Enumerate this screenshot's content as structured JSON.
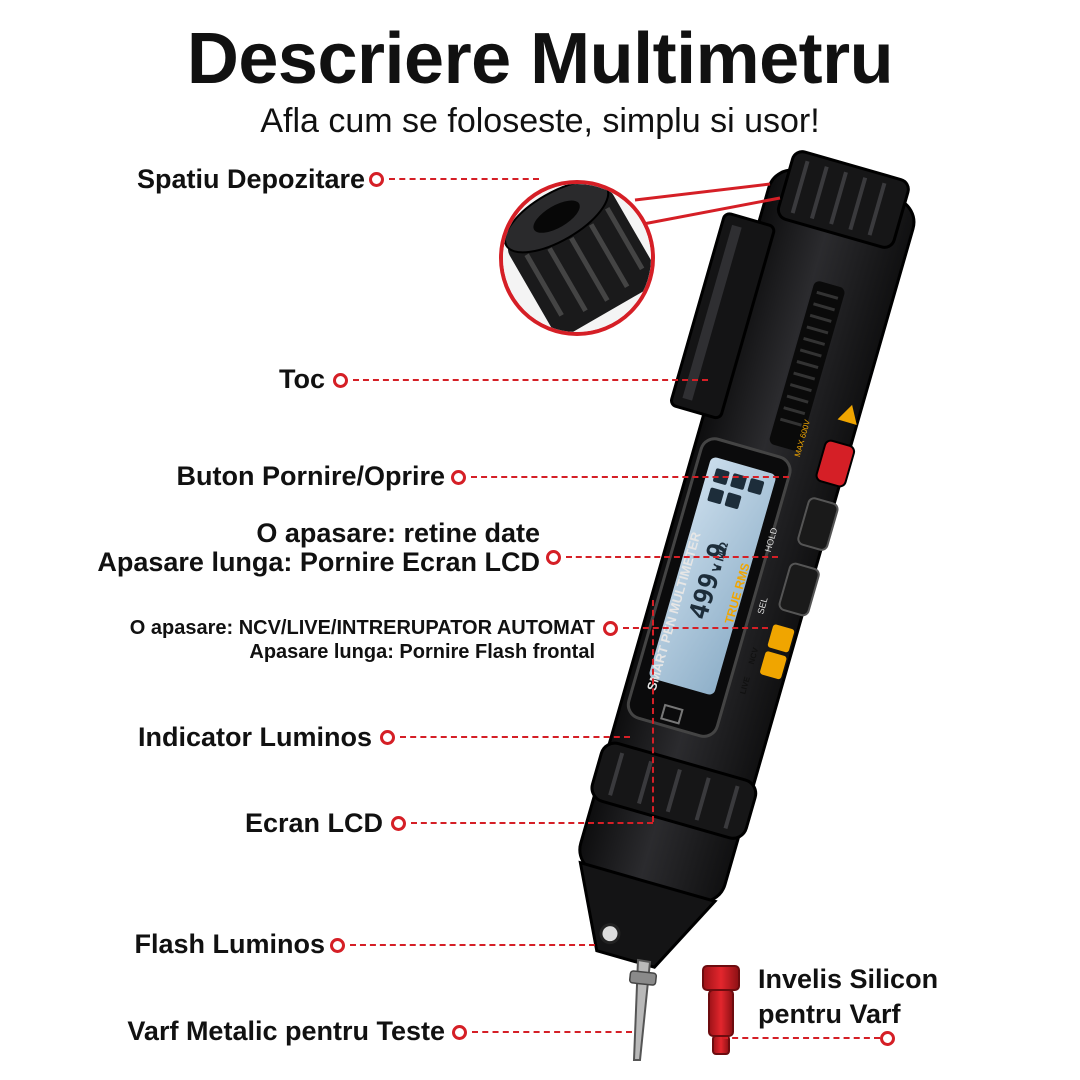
{
  "header": {
    "title": "Descriere Multimetru",
    "subtitle": "Afla cum se foloseste, simplu si usor!"
  },
  "callouts": {
    "storage": "Spatiu Depozitare",
    "case": "Toc",
    "power": "Buton Pornire/Oprire",
    "hold_line1": "O apasare: retine date",
    "hold_line2": "Apasare lunga: Pornire Ecran LCD",
    "ncv_line1": "O apasare: NCV/LIVE/INTRERUPATOR AUTOMAT",
    "ncv_line2": "Apasare lunga: Pornire Flash frontal",
    "indicator": "Indicator Luminos",
    "lcd": "Ecran LCD",
    "flash": "Flash Luminos",
    "tip": "Varf Metalic pentru Teste",
    "cap_line1": "Invelis Silicon",
    "cap_line2": "pentru Varf"
  },
  "device": {
    "body_text": "SMART PEN MULTIMETER",
    "true_rms": "TRUE RMS",
    "max_voltage": "MAX 600V",
    "lcd_reading": "499.9",
    "lcd_units": "V  MΩ",
    "btn_ncv": "NCV",
    "btn_live": "LIVE",
    "btn_sel": "SEL",
    "btn_hold": "HOLD"
  },
  "colors": {
    "accent": "#d51f26",
    "body": "#1c1c1e",
    "lcd": "#a9c7dc",
    "button_accent": "#f0a500"
  }
}
